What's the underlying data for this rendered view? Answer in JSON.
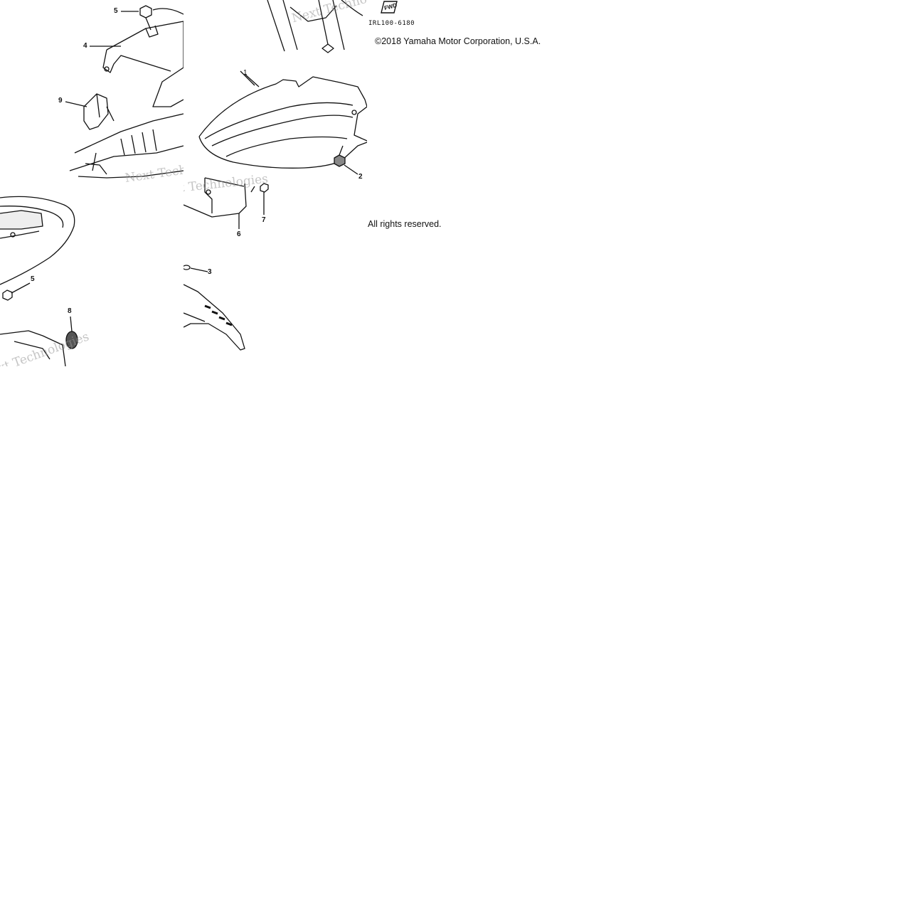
{
  "diagram": {
    "part_code": "IRL100-6180",
    "copyright": "©2018 Yamaha Motor Corporation, U.S.A.",
    "rights": "All rights reserved.",
    "fwd_label": "FWD",
    "watermark_text": "Next Technologies",
    "callouts": [
      "1",
      "2",
      "3",
      "4",
      "5",
      "5",
      "6",
      "7",
      "8",
      "9"
    ]
  }
}
